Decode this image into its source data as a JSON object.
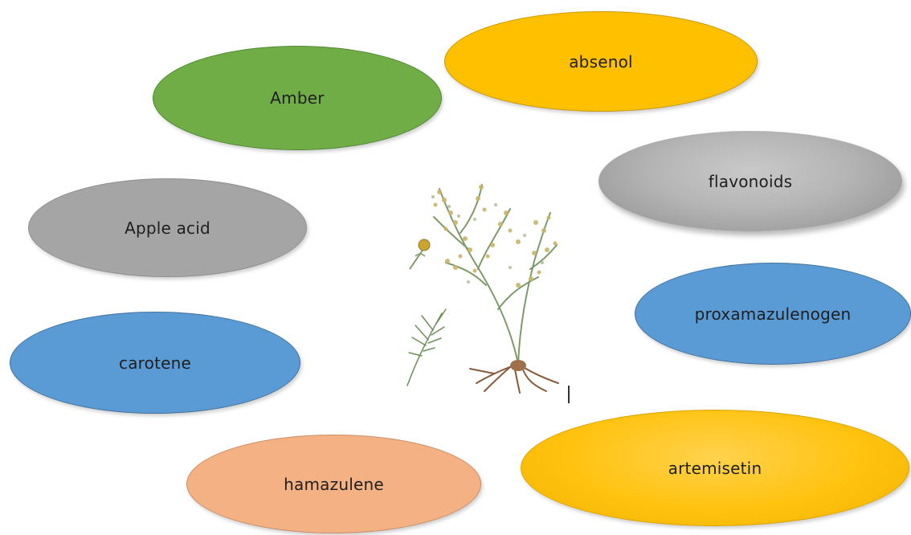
{
  "nodes": [
    {
      "id": "amber",
      "label": "Amber",
      "color": "#70ad47",
      "style": "flat"
    },
    {
      "id": "absenol",
      "label": "absenol",
      "color": "#ffc000",
      "style": "flat"
    },
    {
      "id": "flavonoids",
      "label": "flavonoids",
      "color": "#a6a6a6",
      "style": "gradient-gray"
    },
    {
      "id": "apple-acid",
      "label": "Apple acid",
      "color": "#a5a5a5",
      "style": "flat"
    },
    {
      "id": "proxamazulenogen",
      "label": "proxamazulenogen",
      "color": "#5b9bd5",
      "style": "flat"
    },
    {
      "id": "carotene",
      "label": "carotene",
      "color": "#5b9bd5",
      "style": "flat"
    },
    {
      "id": "artemisetin",
      "label": "artemisetin",
      "color": "#ffc000",
      "style": "gradient-yellow"
    },
    {
      "id": "hamazulene",
      "label": "hamazulene",
      "color": "#f4b183",
      "style": "flat"
    }
  ],
  "center_image": {
    "icon": "wormwood-plant-illustration"
  }
}
